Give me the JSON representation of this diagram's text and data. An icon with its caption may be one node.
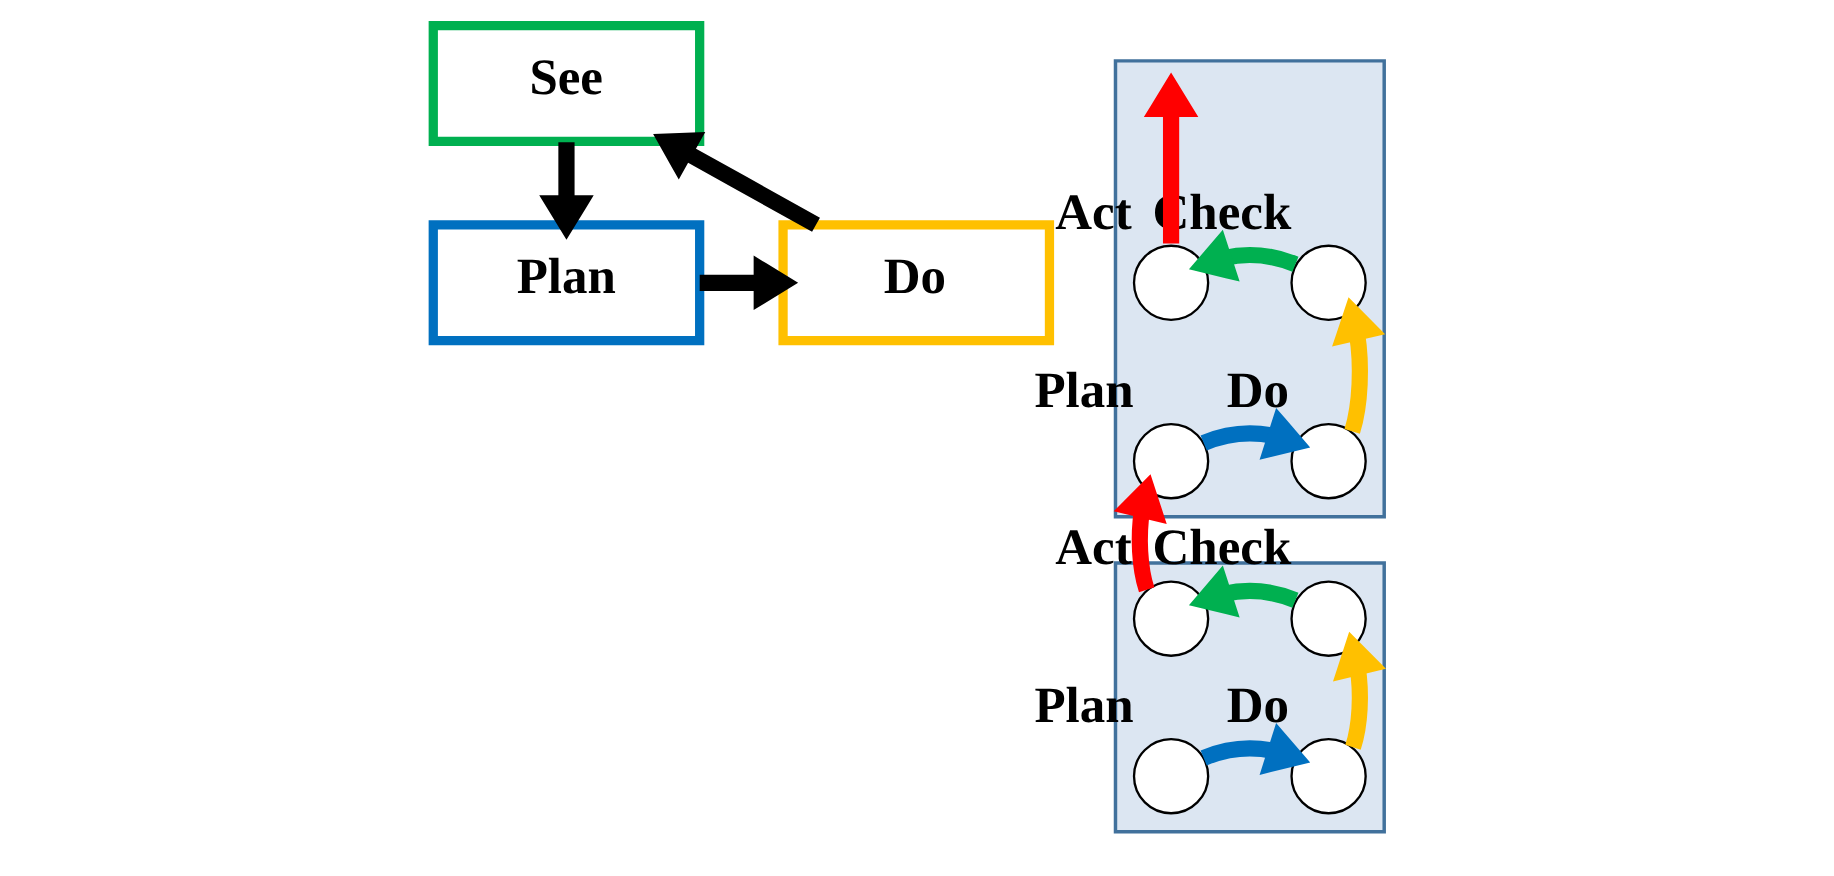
{
  "diagram": {
    "nodes": [
      {
        "text": [
          "See"
        ]
      },
      {
        "text": [
          "Plan"
        ]
      },
      {
        "text": [
          "Do"
        ]
      },
      {
        "text": [],
        "shape": "parallelogram"
      },
      {
        "text": [],
        "shape": "circle",
        "in": 3,
        "beside": [
          "Act"
        ]
      },
      {
        "text": [],
        "shape": "circle",
        "in": 3,
        "beside": [
          "Check"
        ]
      },
      {
        "text": [],
        "shape": "circle",
        "in": 3,
        "beside": [
          "Plan"
        ]
      },
      {
        "text": [],
        "shape": "circle",
        "in": 3,
        "beside": [
          "Do"
        ]
      },
      {
        "text": [],
        "shape": "parallelogram"
      },
      {
        "text": [],
        "shape": "circle",
        "in": 8,
        "beside": [
          "Act"
        ]
      },
      {
        "text": [],
        "shape": "circle",
        "in": 8,
        "beside": [
          "Check"
        ]
      },
      {
        "text": [],
        "shape": "circle",
        "in": 8,
        "beside": [
          "Plan"
        ]
      },
      {
        "text": [],
        "shape": "circle",
        "in": 8,
        "beside": [
          "Do"
        ]
      }
    ],
    "edges": [
      {
        "from": 0,
        "to": 1,
        "arrow": "to"
      },
      {
        "from": 1,
        "to": 2,
        "arrow": "to"
      },
      {
        "from": 2,
        "to": 0,
        "arrow": "to"
      },
      {
        "from": 6,
        "to": 7,
        "arrow": "to",
        "color": "#0070c0"
      },
      {
        "from": 7,
        "to": 5,
        "arrow": "to",
        "color": "#ffc000"
      },
      {
        "from": 5,
        "to": 4,
        "arrow": "to",
        "color": "#00b050"
      },
      {
        "from": 4,
        "to": null,
        "arrow": "to",
        "color": "#ff0000"
      },
      {
        "from": 11,
        "to": 12,
        "arrow": "to",
        "color": "#0070c0"
      },
      {
        "from": 12,
        "to": 10,
        "arrow": "to",
        "color": "#ffc000"
      },
      {
        "from": 10,
        "to": 9,
        "arrow": "to",
        "color": "#00b050"
      },
      {
        "from": 9,
        "to": 6,
        "arrow": "to",
        "color": "#ff0000"
      }
    ]
  }
}
